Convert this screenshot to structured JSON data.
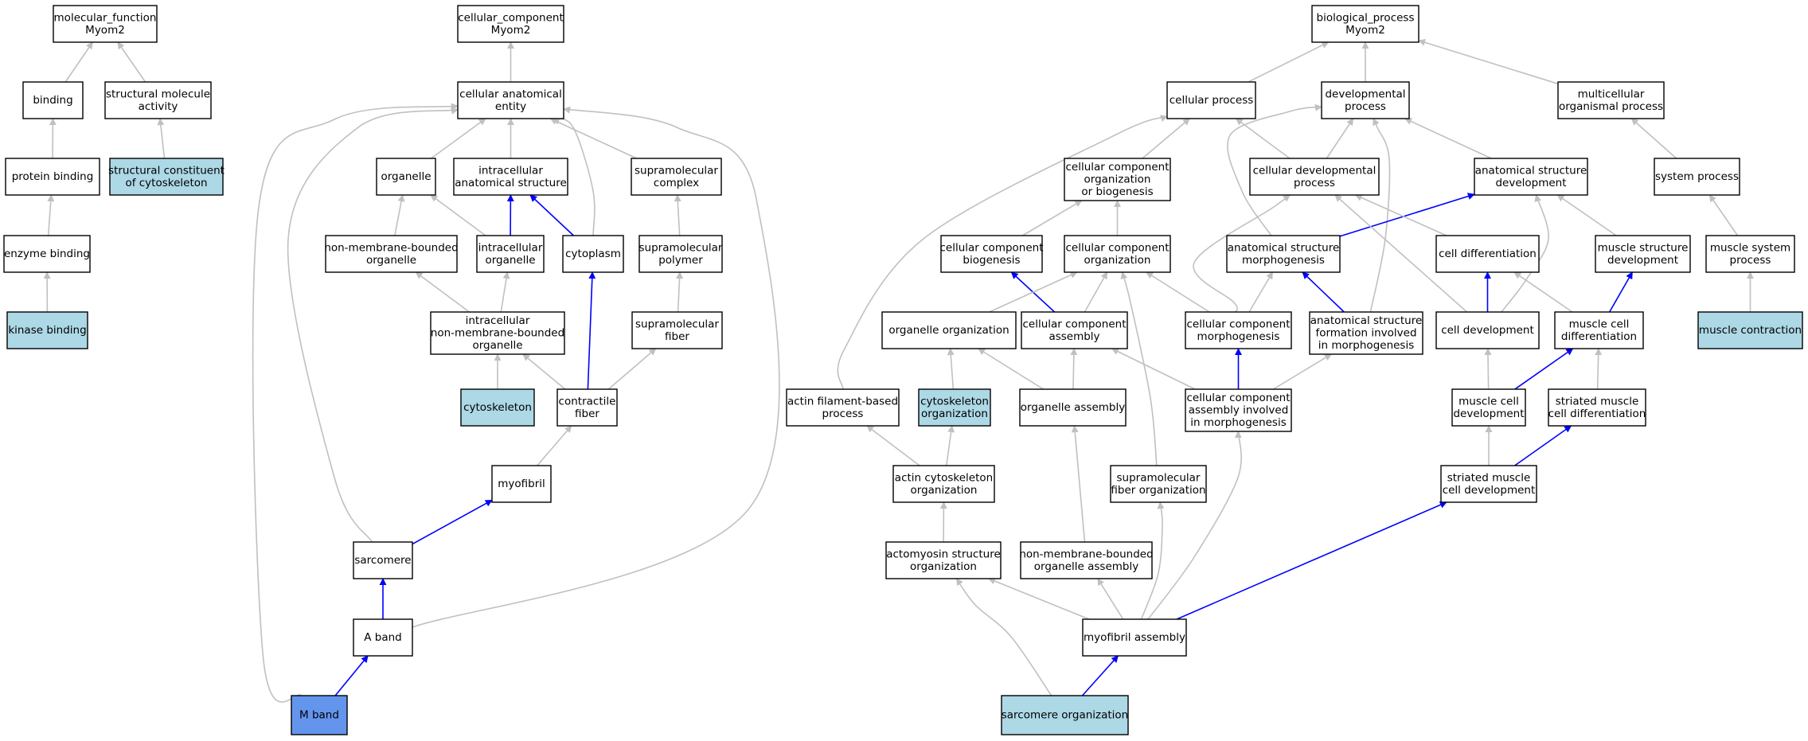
{
  "colors": {
    "default_fill": "#ffffff",
    "highlight_fill": "#add8e6",
    "focus_fill": "#6495ed",
    "edge_gray": "#c0c0c0",
    "edge_blue": "#0000ff"
  },
  "nodes": [
    {
      "id": "mf",
      "lines": [
        "molecular_function",
        "Myom2"
      ],
      "style": "default"
    },
    {
      "id": "binding",
      "lines": [
        "binding"
      ],
      "style": "default"
    },
    {
      "id": "sma",
      "lines": [
        "structural molecule",
        "activity"
      ],
      "style": "default"
    },
    {
      "id": "pb",
      "lines": [
        "protein binding"
      ],
      "style": "default"
    },
    {
      "id": "scc",
      "lines": [
        "structural constituent",
        "of cytoskeleton"
      ],
      "style": "highlight"
    },
    {
      "id": "eb",
      "lines": [
        "enzyme binding"
      ],
      "style": "default"
    },
    {
      "id": "kb",
      "lines": [
        "kinase binding"
      ],
      "style": "highlight"
    },
    {
      "id": "cc",
      "lines": [
        "cellular_component",
        "Myom2"
      ],
      "style": "default"
    },
    {
      "id": "cae",
      "lines": [
        "cellular anatomical",
        "entity"
      ],
      "style": "default"
    },
    {
      "id": "organelle",
      "lines": [
        "organelle"
      ],
      "style": "default"
    },
    {
      "id": "ias",
      "lines": [
        "intracellular",
        "anatomical structure"
      ],
      "style": "default"
    },
    {
      "id": "smc",
      "lines": [
        "supramolecular",
        "complex"
      ],
      "style": "default"
    },
    {
      "id": "nmbo",
      "lines": [
        "non-membrane-bounded",
        "organelle"
      ],
      "style": "default"
    },
    {
      "id": "io",
      "lines": [
        "intracellular",
        "organelle"
      ],
      "style": "default"
    },
    {
      "id": "cytoplasm",
      "lines": [
        "cytoplasm"
      ],
      "style": "default"
    },
    {
      "id": "smp",
      "lines": [
        "supramolecular",
        "polymer"
      ],
      "style": "default"
    },
    {
      "id": "inmbo",
      "lines": [
        "intracellular",
        "non-membrane-bounded",
        "organelle"
      ],
      "style": "default"
    },
    {
      "id": "smf",
      "lines": [
        "supramolecular",
        "fiber"
      ],
      "style": "default"
    },
    {
      "id": "cytoskeleton",
      "lines": [
        "cytoskeleton"
      ],
      "style": "highlight"
    },
    {
      "id": "cf",
      "lines": [
        "contractile",
        "fiber"
      ],
      "style": "default"
    },
    {
      "id": "myofibril",
      "lines": [
        "myofibril"
      ],
      "style": "default"
    },
    {
      "id": "sarcomere",
      "lines": [
        "sarcomere"
      ],
      "style": "default"
    },
    {
      "id": "aband",
      "lines": [
        "A band"
      ],
      "style": "default"
    },
    {
      "id": "mband",
      "lines": [
        "M band"
      ],
      "style": "focus"
    },
    {
      "id": "bp",
      "lines": [
        "biological_process",
        "Myom2"
      ],
      "style": "default"
    },
    {
      "id": "cp",
      "lines": [
        "cellular process"
      ],
      "style": "default"
    },
    {
      "id": "dp",
      "lines": [
        "developmental",
        "process"
      ],
      "style": "default"
    },
    {
      "id": "mop",
      "lines": [
        "multicellular",
        "organismal process"
      ],
      "style": "default"
    },
    {
      "id": "ccob",
      "lines": [
        "cellular component",
        "organization",
        "or biogenesis"
      ],
      "style": "default"
    },
    {
      "id": "cdp",
      "lines": [
        "cellular developmental",
        "process"
      ],
      "style": "default"
    },
    {
      "id": "asd",
      "lines": [
        "anatomical structure",
        "development"
      ],
      "style": "default"
    },
    {
      "id": "sp",
      "lines": [
        "system process"
      ],
      "style": "default"
    },
    {
      "id": "ccb",
      "lines": [
        "cellular component",
        "biogenesis"
      ],
      "style": "default"
    },
    {
      "id": "cco",
      "lines": [
        "cellular component",
        "organization"
      ],
      "style": "default"
    },
    {
      "id": "asm",
      "lines": [
        "anatomical structure",
        "morphogenesis"
      ],
      "style": "default"
    },
    {
      "id": "cd",
      "lines": [
        "cell differentiation"
      ],
      "style": "default"
    },
    {
      "id": "msd",
      "lines": [
        "muscle structure",
        "development"
      ],
      "style": "default"
    },
    {
      "id": "msp",
      "lines": [
        "muscle system",
        "process"
      ],
      "style": "default"
    },
    {
      "id": "oo",
      "lines": [
        "organelle organization"
      ],
      "style": "default"
    },
    {
      "id": "cca",
      "lines": [
        "cellular component",
        "assembly"
      ],
      "style": "default"
    },
    {
      "id": "ccm",
      "lines": [
        "cellular component",
        "morphogenesis"
      ],
      "style": "default"
    },
    {
      "id": "asfm",
      "lines": [
        "anatomical structure",
        "formation involved",
        "in morphogenesis"
      ],
      "style": "default"
    },
    {
      "id": "cdev",
      "lines": [
        "cell development"
      ],
      "style": "default"
    },
    {
      "id": "mcd",
      "lines": [
        "muscle cell",
        "differentiation"
      ],
      "style": "default"
    },
    {
      "id": "mc",
      "lines": [
        "muscle contraction"
      ],
      "style": "highlight"
    },
    {
      "id": "afbp",
      "lines": [
        "actin filament-based",
        "process"
      ],
      "style": "default"
    },
    {
      "id": "cso",
      "lines": [
        "cytoskeleton",
        "organization"
      ],
      "style": "highlight"
    },
    {
      "id": "oa",
      "lines": [
        "organelle assembly"
      ],
      "style": "default"
    },
    {
      "id": "ccaim",
      "lines": [
        "cellular component",
        "assembly involved",
        "in morphogenesis"
      ],
      "style": "default"
    },
    {
      "id": "mcdev",
      "lines": [
        "muscle cell",
        "development"
      ],
      "style": "default"
    },
    {
      "id": "smcdiff",
      "lines": [
        "striated muscle",
        "cell differentiation"
      ],
      "style": "default"
    },
    {
      "id": "aco",
      "lines": [
        "actin cytoskeleton",
        "organization"
      ],
      "style": "default"
    },
    {
      "id": "sfo",
      "lines": [
        "supramolecular",
        "fiber organization"
      ],
      "style": "default"
    },
    {
      "id": "smcdev",
      "lines": [
        "striated muscle",
        "cell development"
      ],
      "style": "default"
    },
    {
      "id": "aso",
      "lines": [
        "actomyosin structure",
        "organization"
      ],
      "style": "default"
    },
    {
      "id": "nmboa",
      "lines": [
        "non-membrane-bounded",
        "organelle assembly"
      ],
      "style": "default"
    },
    {
      "id": "ma",
      "lines": [
        "myofibril assembly"
      ],
      "style": "default"
    },
    {
      "id": "so",
      "lines": [
        "sarcomere organization"
      ],
      "style": "highlight"
    }
  ],
  "edges": [
    {
      "from": "binding",
      "to": "mf",
      "type": "is_a"
    },
    {
      "from": "sma",
      "to": "mf",
      "type": "is_a"
    },
    {
      "from": "pb",
      "to": "binding",
      "type": "is_a"
    },
    {
      "from": "scc",
      "to": "sma",
      "type": "is_a"
    },
    {
      "from": "eb",
      "to": "pb",
      "type": "is_a"
    },
    {
      "from": "kb",
      "to": "eb",
      "type": "is_a"
    },
    {
      "from": "cae",
      "to": "cc",
      "type": "is_a"
    },
    {
      "from": "organelle",
      "to": "cae",
      "type": "is_a"
    },
    {
      "from": "ias",
      "to": "cae",
      "type": "is_a"
    },
    {
      "from": "smc",
      "to": "cae",
      "type": "is_a"
    },
    {
      "from": "cytoplasm",
      "to": "cae",
      "type": "is_a"
    },
    {
      "from": "sarcomere",
      "to": "cae",
      "type": "is_a"
    },
    {
      "from": "mband",
      "to": "cae",
      "type": "is_a"
    },
    {
      "from": "aband",
      "to": "cae",
      "type": "is_a"
    },
    {
      "from": "nmbo",
      "to": "organelle",
      "type": "is_a"
    },
    {
      "from": "io",
      "to": "organelle",
      "type": "is_a"
    },
    {
      "from": "io",
      "to": "ias",
      "type": "part_of"
    },
    {
      "from": "cytoplasm",
      "to": "ias",
      "type": "part_of"
    },
    {
      "from": "smp",
      "to": "smc",
      "type": "is_a"
    },
    {
      "from": "inmbo",
      "to": "nmbo",
      "type": "is_a"
    },
    {
      "from": "inmbo",
      "to": "io",
      "type": "is_a"
    },
    {
      "from": "smf",
      "to": "smp",
      "type": "is_a"
    },
    {
      "from": "cytoskeleton",
      "to": "inmbo",
      "type": "is_a"
    },
    {
      "from": "cf",
      "to": "inmbo",
      "type": "is_a"
    },
    {
      "from": "cf",
      "to": "smf",
      "type": "is_a"
    },
    {
      "from": "cf",
      "to": "cytoplasm",
      "type": "part_of"
    },
    {
      "from": "myofibril",
      "to": "cf",
      "type": "is_a"
    },
    {
      "from": "sarcomere",
      "to": "myofibril",
      "type": "part_of"
    },
    {
      "from": "aband",
      "to": "sarcomere",
      "type": "part_of"
    },
    {
      "from": "mband",
      "to": "aband",
      "type": "part_of"
    },
    {
      "from": "cp",
      "to": "bp",
      "type": "is_a"
    },
    {
      "from": "dp",
      "to": "bp",
      "type": "is_a"
    },
    {
      "from": "mop",
      "to": "bp",
      "type": "is_a"
    },
    {
      "from": "ccob",
      "to": "cp",
      "type": "is_a"
    },
    {
      "from": "cdp",
      "to": "cp",
      "type": "is_a"
    },
    {
      "from": "afbp",
      "to": "cp",
      "type": "is_a"
    },
    {
      "from": "cdp",
      "to": "dp",
      "type": "is_a"
    },
    {
      "from": "asd",
      "to": "dp",
      "type": "is_a"
    },
    {
      "from": "asm",
      "to": "dp",
      "type": "is_a"
    },
    {
      "from": "asfm",
      "to": "dp",
      "type": "is_a"
    },
    {
      "from": "sp",
      "to": "mop",
      "type": "is_a"
    },
    {
      "from": "ccb",
      "to": "ccob",
      "type": "is_a"
    },
    {
      "from": "cco",
      "to": "ccob",
      "type": "is_a"
    },
    {
      "from": "asm",
      "to": "asd",
      "type": "part_of"
    },
    {
      "from": "cd",
      "to": "cdp",
      "type": "is_a"
    },
    {
      "from": "cdev",
      "to": "cdp",
      "type": "is_a"
    },
    {
      "from": "msd",
      "to": "asd",
      "type": "is_a"
    },
    {
      "from": "cdev",
      "to": "asd",
      "type": "is_a"
    },
    {
      "from": "msp",
      "to": "sp",
      "type": "is_a"
    },
    {
      "from": "cca",
      "to": "ccb",
      "type": "part_of"
    },
    {
      "from": "oo",
      "to": "cco",
      "type": "is_a"
    },
    {
      "from": "cca",
      "to": "cco",
      "type": "is_a"
    },
    {
      "from": "ccm",
      "to": "cco",
      "type": "is_a"
    },
    {
      "from": "sfo",
      "to": "cco",
      "type": "is_a"
    },
    {
      "from": "ccm",
      "to": "asm",
      "type": "is_a"
    },
    {
      "from": "ccm",
      "to": "cdp",
      "type": "is_a"
    },
    {
      "from": "asfm",
      "to": "asm",
      "type": "part_of"
    },
    {
      "from": "cdev",
      "to": "cd",
      "type": "part_of"
    },
    {
      "from": "mcd",
      "to": "cd",
      "type": "is_a"
    },
    {
      "from": "mcd",
      "to": "msd",
      "type": "part_of"
    },
    {
      "from": "mc",
      "to": "msp",
      "type": "is_a"
    },
    {
      "from": "cso",
      "to": "oo",
      "type": "is_a"
    },
    {
      "from": "oa",
      "to": "oo",
      "type": "is_a"
    },
    {
      "from": "oa",
      "to": "cca",
      "type": "is_a"
    },
    {
      "from": "ccaim",
      "to": "cca",
      "type": "is_a"
    },
    {
      "from": "ccaim",
      "to": "ccm",
      "type": "part_of"
    },
    {
      "from": "ccaim",
      "to": "asfm",
      "type": "is_a"
    },
    {
      "from": "mcdev",
      "to": "cdev",
      "type": "is_a"
    },
    {
      "from": "mcdev",
      "to": "mcd",
      "type": "part_of"
    },
    {
      "from": "smcdiff",
      "to": "mcd",
      "type": "is_a"
    },
    {
      "from": "aco",
      "to": "afbp",
      "type": "is_a"
    },
    {
      "from": "aco",
      "to": "cso",
      "type": "is_a"
    },
    {
      "from": "aso",
      "to": "aco",
      "type": "is_a"
    },
    {
      "from": "smcdev",
      "to": "mcdev",
      "type": "is_a"
    },
    {
      "from": "smcdev",
      "to": "smcdiff",
      "type": "part_of"
    },
    {
      "from": "nmboa",
      "to": "oa",
      "type": "is_a"
    },
    {
      "from": "ma",
      "to": "aso",
      "type": "is_a"
    },
    {
      "from": "ma",
      "to": "nmboa",
      "type": "is_a"
    },
    {
      "from": "ma",
      "to": "sfo",
      "type": "is_a"
    },
    {
      "from": "ma",
      "to": "ccaim",
      "type": "is_a"
    },
    {
      "from": "ma",
      "to": "smcdev",
      "type": "part_of"
    },
    {
      "from": "so",
      "to": "aso",
      "type": "is_a"
    },
    {
      "from": "so",
      "to": "ma",
      "type": "part_of"
    }
  ]
}
